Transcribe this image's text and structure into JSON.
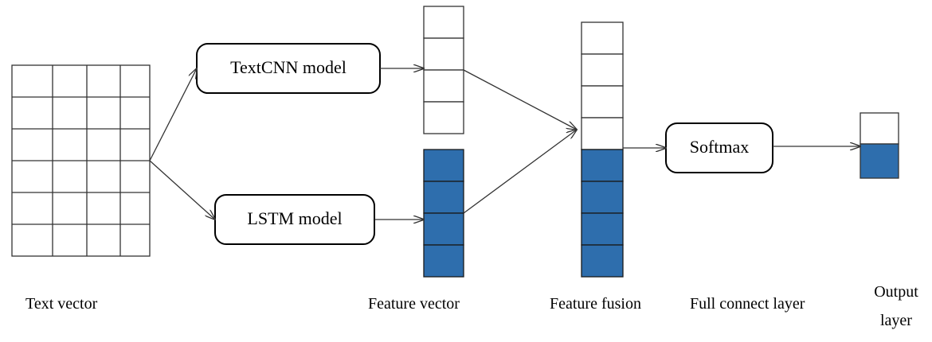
{
  "nodes": {
    "textcnn": "TextCNN model",
    "lstm": "LSTM model",
    "softmax": "Softmax"
  },
  "captions": {
    "text_vector": "Text vector",
    "feature_vector": "Feature vector",
    "feature_fusion": "Feature fusion",
    "full_connect_layer": "Full connect layer",
    "output_layer_line1": "Output",
    "output_layer_line2": "layer"
  },
  "colors": {
    "fill_blue": "#2e6ead",
    "stroke": "#000000",
    "grid_stroke": "#333333"
  }
}
